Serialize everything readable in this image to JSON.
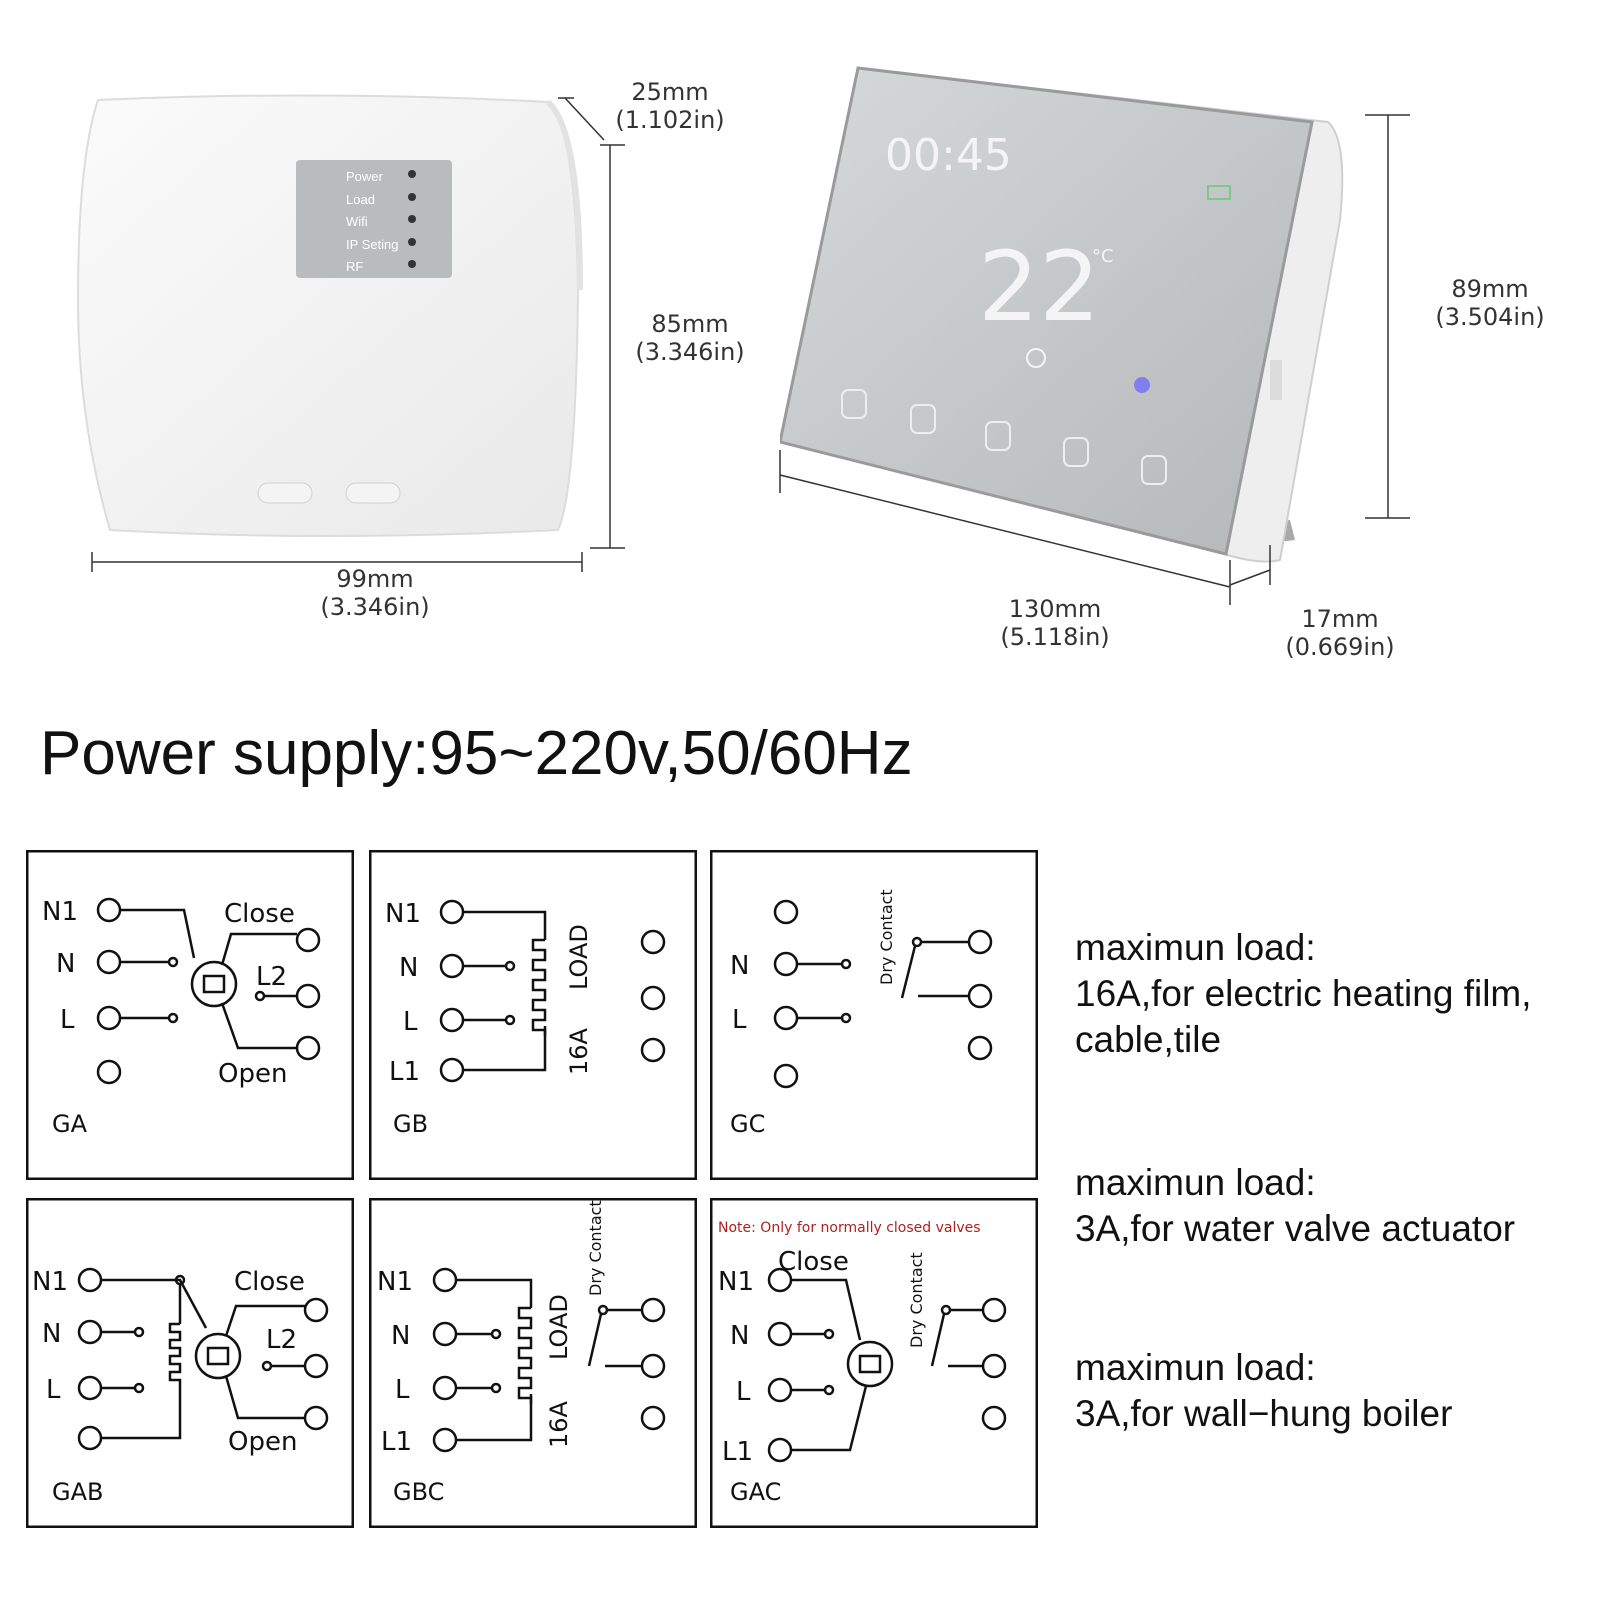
{
  "receiver": {
    "leds": [
      "Power",
      "Load",
      "Wifi",
      "IP Seting",
      "RF"
    ],
    "dim_depth": {
      "mm": "25mm",
      "in": "(1.102in)"
    },
    "dim_height": {
      "mm": "85mm",
      "in": "(3.346in)"
    },
    "dim_width": {
      "mm": "99mm",
      "in": "(3.346in)"
    }
  },
  "thermostat": {
    "clock": "00:45",
    "temperature": "22",
    "unit": "°C",
    "dim_height": {
      "mm": "89mm",
      "in": "(3.504in)"
    },
    "dim_width": {
      "mm": "130mm",
      "in": "(5.118in)"
    },
    "dim_depth": {
      "mm": "17mm",
      "in": "(0.669in)"
    }
  },
  "power_supply": "Power supply:95~220v,50/60Hz",
  "diagrams": {
    "ga": {
      "id": "GA",
      "n1": "N1",
      "n": "N",
      "l": "L",
      "close": "Close",
      "l2": "L2",
      "open": "Open"
    },
    "gb": {
      "id": "GB",
      "n1": "N1",
      "n": "N",
      "l": "L",
      "l1": "L1",
      "load": "LOAD",
      "amp": "16A"
    },
    "gc": {
      "id": "GC",
      "n": "N",
      "l": "L",
      "dry": "Dry Contact"
    },
    "gab": {
      "id": "GAB",
      "n1": "N1",
      "n": "N",
      "l": "L",
      "close": "Close",
      "l2": "L2",
      "open": "Open"
    },
    "gbc": {
      "id": "GBC",
      "n1": "N1",
      "n": "N",
      "l": "L",
      "l1": "L1",
      "load": "LOAD",
      "amp": "16A",
      "dry": "Dry Contact"
    },
    "gac": {
      "id": "GAC",
      "note": "Note: Only for normally closed valves",
      "n1": "N1",
      "n": "N",
      "l": "L",
      "l1": "L1",
      "close": "Close",
      "dry": "Dry Contact"
    }
  },
  "loads": [
    {
      "line1": "maximun load:",
      "line2": "16A,for electric heating film,",
      "line3": "cable,tile"
    },
    {
      "line1": "maximun load:",
      "line2": "3A,for water valve actuator"
    },
    {
      "line1": "maximun load:",
      "line2": "3A,for wall−hung boiler"
    }
  ]
}
